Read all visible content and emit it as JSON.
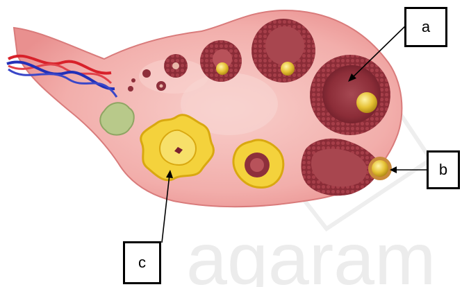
{
  "labels": {
    "a": "a",
    "b": "b",
    "c": "c"
  },
  "watermark": "agaram",
  "colors": {
    "stroma": "#f2a7a7",
    "stroma_inner": "#f7c3c0",
    "follicle_wall": "#8e2f3b",
    "follicle_cavity": "#b8525a",
    "oocyte": "#e3c13a",
    "corpus_luteum": "#f4d23c",
    "corpus_albicans": "#b8c98a",
    "artery": "#d8212a",
    "vein": "#2230b8"
  }
}
